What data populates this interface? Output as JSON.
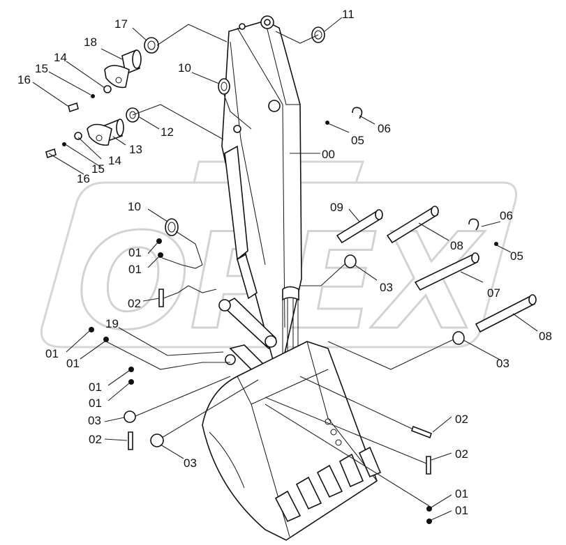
{
  "watermark": "OPEX",
  "callouts": [
    {
      "id": "lbl-11a",
      "text": "11"
    },
    {
      "id": "lbl-17",
      "text": "17"
    },
    {
      "id": "lbl-18",
      "text": "18"
    },
    {
      "id": "lbl-14a",
      "text": "14"
    },
    {
      "id": "lbl-15a",
      "text": "15"
    },
    {
      "id": "lbl-16a",
      "text": "16"
    },
    {
      "id": "lbl-10a",
      "text": "10"
    },
    {
      "id": "lbl-12",
      "text": "12"
    },
    {
      "id": "lbl-13",
      "text": "13"
    },
    {
      "id": "lbl-15b",
      "text": "15"
    },
    {
      "id": "lbl-14b",
      "text": "14"
    },
    {
      "id": "lbl-16b",
      "text": "16"
    },
    {
      "id": "lbl-06a",
      "text": "06"
    },
    {
      "id": "lbl-05a",
      "text": "05"
    },
    {
      "id": "lbl-00",
      "text": "00"
    },
    {
      "id": "lbl-10b",
      "text": "10"
    },
    {
      "id": "lbl-09",
      "text": "09"
    },
    {
      "id": "lbl-08a",
      "text": "08"
    },
    {
      "id": "lbl-06b",
      "text": "06"
    },
    {
      "id": "lbl-05b",
      "text": "05"
    },
    {
      "id": "lbl-03a",
      "text": "03"
    },
    {
      "id": "lbl-07",
      "text": "07"
    },
    {
      "id": "lbl-08b",
      "text": "08"
    },
    {
      "id": "lbl-03b",
      "text": "03"
    },
    {
      "id": "lbl-01a",
      "text": "01"
    },
    {
      "id": "lbl-01b",
      "text": "01"
    },
    {
      "id": "lbl-02a",
      "text": "02"
    },
    {
      "id": "lbl-19",
      "text": "19"
    },
    {
      "id": "lbl-01c",
      "text": "01"
    },
    {
      "id": "lbl-01d",
      "text": "01"
    },
    {
      "id": "lbl-01e",
      "text": "01"
    },
    {
      "id": "lbl-01f",
      "text": "01"
    },
    {
      "id": "lbl-03c",
      "text": "03"
    },
    {
      "id": "lbl-02b",
      "text": "02"
    },
    {
      "id": "lbl-03d",
      "text": "03"
    },
    {
      "id": "lbl-02c",
      "text": "02"
    },
    {
      "id": "lbl-02d",
      "text": "02"
    },
    {
      "id": "lbl-01g",
      "text": "01"
    },
    {
      "id": "lbl-01h",
      "text": "01"
    }
  ]
}
